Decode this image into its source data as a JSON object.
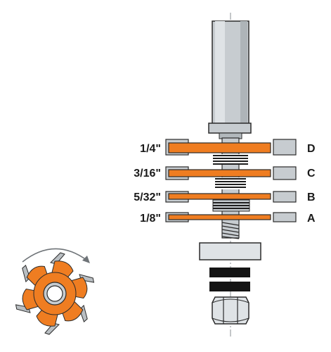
{
  "colors": {
    "orange": "#ef7d21",
    "orange_dark": "#d86a12",
    "steel": "#c7ccd0",
    "steel_light": "#dfe3e6",
    "steel_dark": "#9aa1a6",
    "outline": "#2b2b2b",
    "tooth": "#b9bec2",
    "centerline": "#8a8f93",
    "arrow": "#6f7478"
  },
  "cutters": [
    {
      "size_label": "1/4\"",
      "letter": "D"
    },
    {
      "size_label": "3/16\"",
      "letter": "C"
    },
    {
      "size_label": "5/32\"",
      "letter": "B"
    },
    {
      "size_label": "1/8\"",
      "letter": "A"
    }
  ],
  "icons": {
    "rotation": "rotation-arrow-icon",
    "cutter_top_view": "cutter-top-view-icon",
    "nut": "hex-nut-icon"
  }
}
